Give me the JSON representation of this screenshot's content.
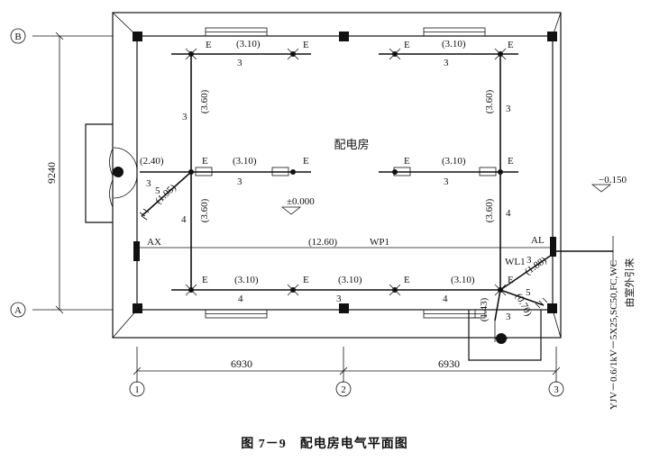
{
  "room_label": "配电房",
  "caption": "图 7－9　配电房电气平面图",
  "elevation_inside": "±0.000",
  "elevation_outside": "−0.150",
  "wall_height_dim": "9240",
  "span_left": "6930",
  "span_right": "6930",
  "grid": {
    "row_top": "B",
    "row_bottom": "A",
    "col_1": "1",
    "col_2": "2",
    "col_3": "3"
  },
  "panels": {
    "ax": "AX",
    "al": "AL"
  },
  "circuits": {
    "wp1": "WP1",
    "wl1": "WL1"
  },
  "main_run_length": "(12.60)",
  "cable_spec": "YJV－0.6/1kV－5X25,SC50,FC,WC",
  "cable_source": "由室外引来",
  "fixture_tag": "E",
  "lengths": {
    "top_left": "(3.10)",
    "top_right": "(3.10)",
    "mid_left": "(3.10)",
    "mid_right": "(3.10)",
    "mid_far_left": "(2.40)",
    "bot_left": "(3.10)",
    "bot_mid": "(3.10)",
    "bot_right": "(3.10)",
    "vert_left_upper": "(3.60)",
    "vert_left_lower": "(3.60)",
    "vert_right_upper": "(3.60)",
    "vert_right_lower": "(3.60)",
    "diag_left": "(1.95)",
    "diag_right": "(1.88)",
    "right_short_a": "(0.70)",
    "right_short_b": "(1.43)"
  },
  "conductor_counts": {
    "top_left": "3",
    "top_right": "3",
    "mid_left": "3",
    "mid_right": "3",
    "mid_far_left": "3",
    "vert_left_upper": "3",
    "vert_left_lower": "4",
    "vert_right_upper": "3",
    "vert_right_lower": "4",
    "bot_left": "4",
    "bot_mid": "3",
    "bot_right": "4",
    "diag_left": "5",
    "diag_right": "5",
    "wl1": "3",
    "right_short": "3"
  }
}
